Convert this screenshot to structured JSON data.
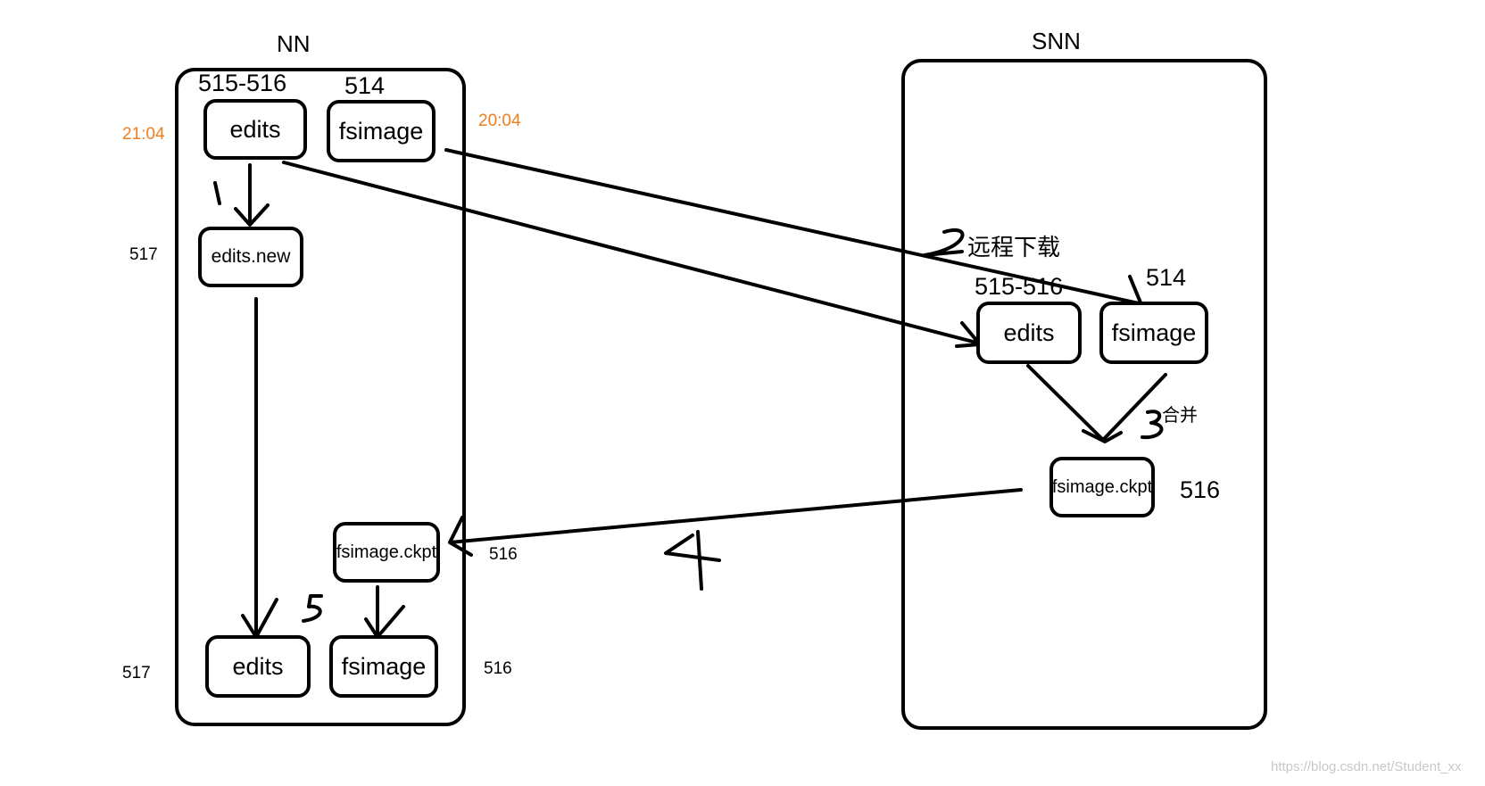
{
  "nn": {
    "title": "NN",
    "edits_top": {
      "label": "edits",
      "version": "515-516",
      "time": "21:04"
    },
    "fsimage_top": {
      "label": "fsimage",
      "version": "514",
      "time": "20:04"
    },
    "edits_new": {
      "label": "edits.new",
      "version": "517"
    },
    "ckpt": {
      "label": "fsimage.ckpt",
      "version": "516"
    },
    "edits_bottom": {
      "label": "edits",
      "version": "517"
    },
    "fsimage_bottom": {
      "label": "fsimage",
      "version": "516"
    }
  },
  "snn": {
    "title": "SNN",
    "edits": {
      "label": "edits",
      "version": "515-516"
    },
    "fsimage": {
      "label": "fsimage",
      "version": "514"
    },
    "ckpt": {
      "label": "fsimage.ckpt",
      "version": "516"
    }
  },
  "steps": {
    "step1": "1",
    "step2": "2",
    "step2_label": "远程下载",
    "step3": "3",
    "step3_label": "合并",
    "step4": "4",
    "step5": "5"
  },
  "watermark": "https://blog.csdn.net/Student_xx",
  "colors": {
    "timestamp": "#f07d1e",
    "stroke": "#000000",
    "watermark": "#c8c8c8"
  }
}
